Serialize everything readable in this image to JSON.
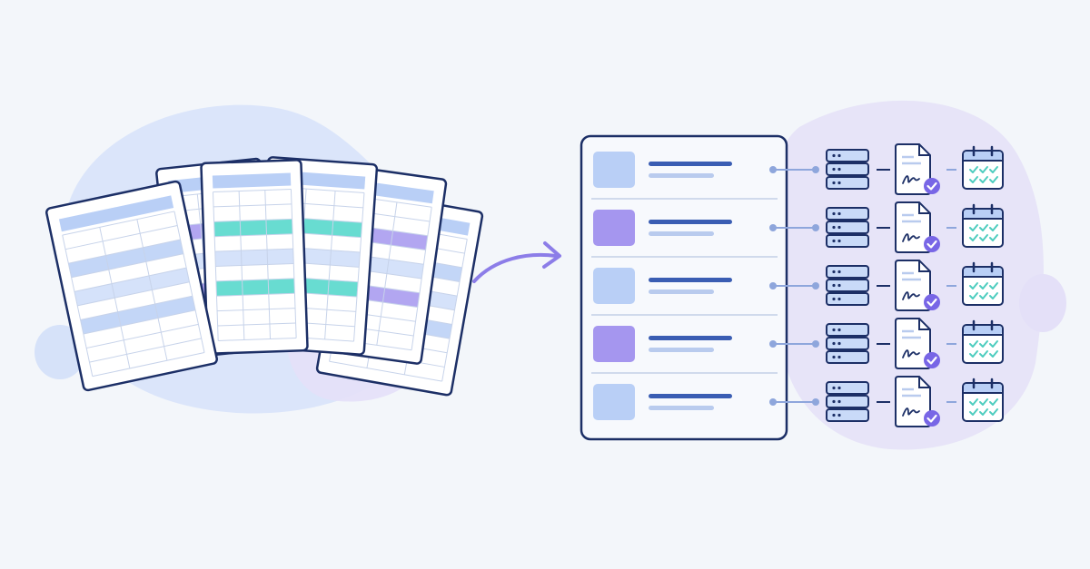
{
  "palette": {
    "background": "#f3f6fa",
    "outline": "#1c2f66",
    "blob_blue": "#d6e2f9",
    "blob_lavender": "#e4e0f8",
    "light_blue": "#b9cff6",
    "purple": "#a596ef",
    "teal": "#4dd6c9",
    "navy_line": "#3a5db3",
    "pale_line": "#b9cbee",
    "arrow": "#8c7de8",
    "connector": "#8ea6dc",
    "check_badge": "#7866e6",
    "check_mark": "#4ecdbf",
    "server_fill": "#c9daf8",
    "paper": "#ffffff",
    "list_panel": "#f7f9fd"
  },
  "diagram": {
    "source": {
      "name": "spreadsheet-stack",
      "sheet_count": 6,
      "sheet_highlight_colors": [
        "light_blue",
        "purple",
        "teal",
        "purple",
        "teal",
        "light_blue"
      ]
    },
    "flow_arrow": {
      "icon": "curved-arrow-icon"
    },
    "structured_list": {
      "name": "structured-record-list",
      "rows": [
        {
          "thumb_color": "light_blue"
        },
        {
          "thumb_color": "purple"
        },
        {
          "thumb_color": "light_blue"
        },
        {
          "thumb_color": "purple"
        },
        {
          "thumb_color": "light_blue"
        }
      ]
    },
    "row_icons": [
      "server-icon",
      "signed-document-icon",
      "calendar-check-icon"
    ]
  }
}
